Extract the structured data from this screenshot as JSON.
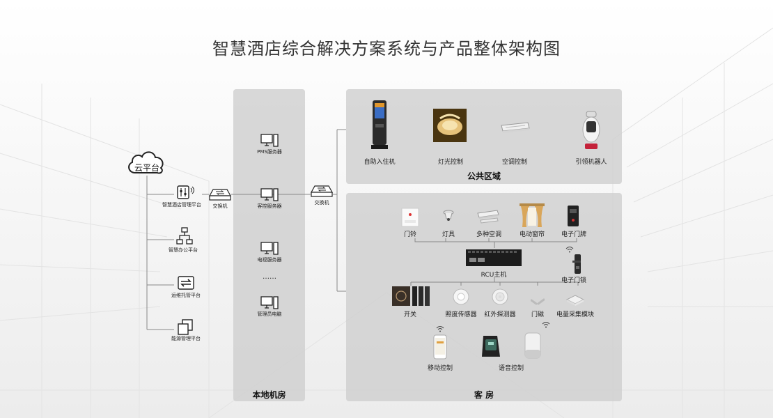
{
  "title": "智慧酒店综合解决方案系统与产品整体架构图",
  "cloud": {
    "label": "云平台"
  },
  "platforms": [
    {
      "label": "智慧酒店管理平台",
      "icon": "sliders-icon"
    },
    {
      "label": "智慧办公平台",
      "icon": "network-icon"
    },
    {
      "label": "运维托管平台",
      "icon": "transfer-icon"
    },
    {
      "label": "能源管理平台",
      "icon": "stack-icon"
    }
  ],
  "switch_left": {
    "label": "交换机"
  },
  "switch_right": {
    "label": "交换机"
  },
  "local_room": {
    "label": "本地机房",
    "servers": [
      "PMS服务器",
      "客控服务器",
      "电视服务器",
      "管理员电脑"
    ],
    "ellipsis": "……"
  },
  "public_area": {
    "label": "公共区域",
    "devices": [
      "自助入住机",
      "灯光控制",
      "空调控制",
      "引领机器人"
    ]
  },
  "guest_room": {
    "label": "客 房",
    "row1": [
      "门铃",
      "灯具",
      "多种空调",
      "电动窗帘",
      "电子门牌"
    ],
    "rcu": "RCU主机",
    "lock": "电子门锁",
    "row2": [
      "开关",
      "照度传感器",
      "红外探测器",
      "门磁",
      "电量采集模块"
    ],
    "mobile": "移动控制",
    "voice": "语音控制"
  }
}
